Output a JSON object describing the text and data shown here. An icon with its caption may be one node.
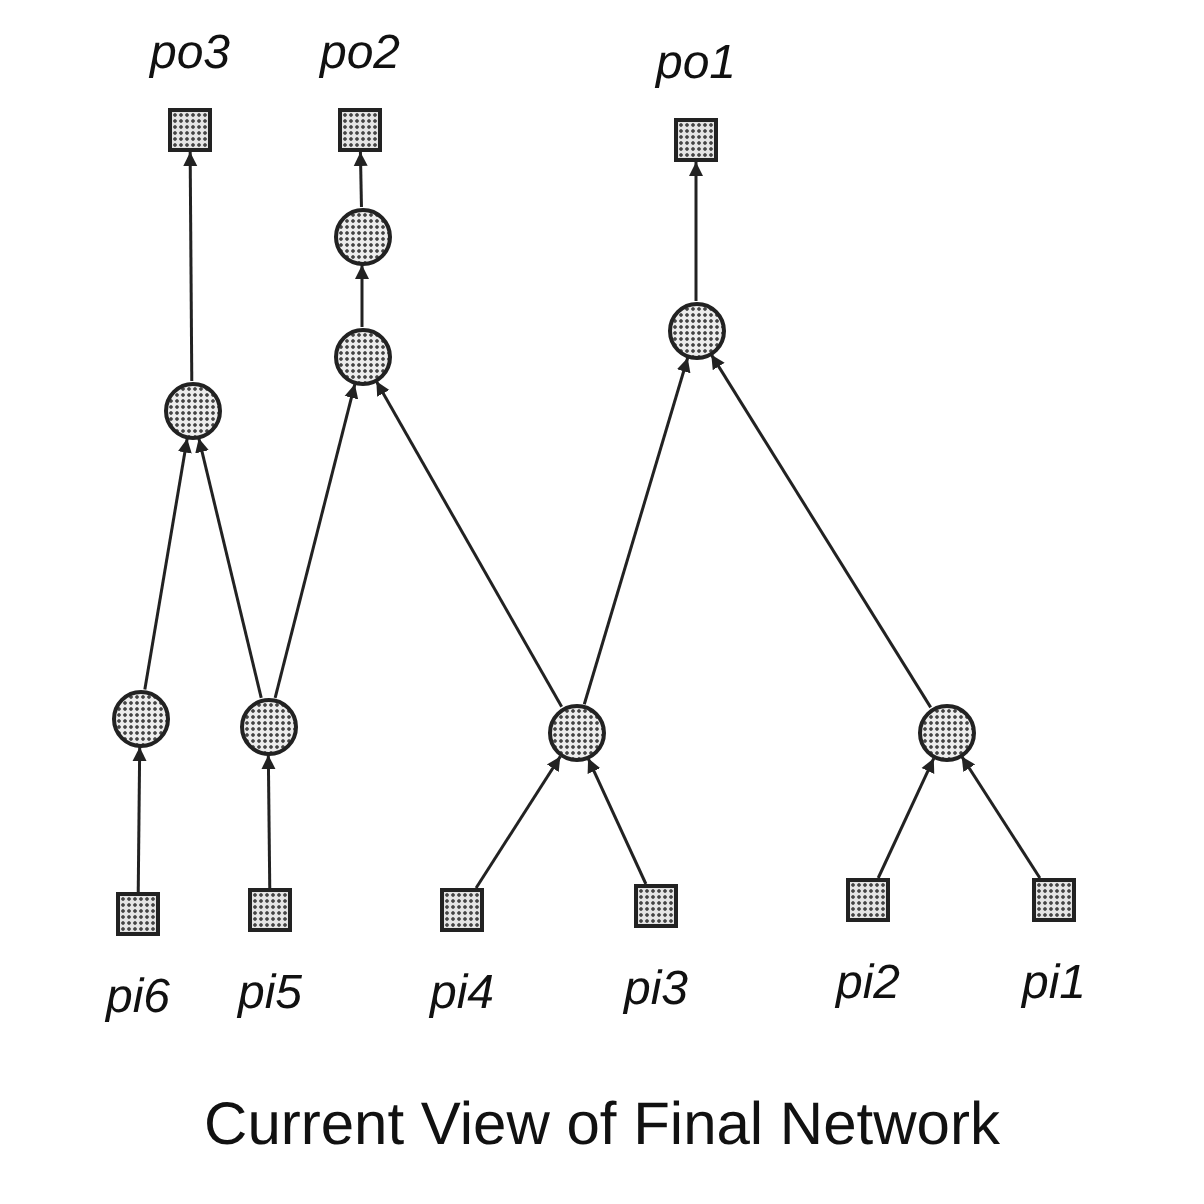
{
  "diagram": {
    "caption": "Current View of Final Network",
    "nodes": [
      {
        "text": [],
        "shape": "box",
        "beside": [
          "po3"
        ]
      },
      {
        "text": [],
        "shape": "box",
        "beside": [
          "po2"
        ]
      },
      {
        "text": [],
        "shape": "box",
        "beside": [
          "po1"
        ]
      },
      {
        "text": [],
        "shape": "circle"
      },
      {
        "text": [],
        "shape": "circle"
      },
      {
        "text": [],
        "shape": "circle"
      },
      {
        "text": [],
        "shape": "circle"
      },
      {
        "text": [],
        "shape": "circle"
      },
      {
        "text": [],
        "shape": "circle"
      },
      {
        "text": [],
        "shape": "circle"
      },
      {
        "text": [],
        "shape": "circle"
      },
      {
        "text": [],
        "shape": "box",
        "beside": [
          "pi6"
        ]
      },
      {
        "text": [],
        "shape": "box",
        "beside": [
          "pi5"
        ]
      },
      {
        "text": [],
        "shape": "box",
        "beside": [
          "pi4"
        ]
      },
      {
        "text": [],
        "shape": "box",
        "beside": [
          "pi3"
        ]
      },
      {
        "text": [],
        "shape": "box",
        "beside": [
          "pi2"
        ]
      },
      {
        "text": [],
        "shape": "box",
        "beside": [
          "pi1"
        ]
      }
    ],
    "edges": [
      {
        "from": 11,
        "to": 7,
        "arrow": "to"
      },
      {
        "from": 7,
        "to": 5,
        "arrow": "to"
      },
      {
        "from": 5,
        "to": 0,
        "arrow": "to"
      },
      {
        "from": 12,
        "to": 8,
        "arrow": "to"
      },
      {
        "from": 8,
        "to": 5,
        "arrow": "to"
      },
      {
        "from": 8,
        "to": 4,
        "arrow": "to"
      },
      {
        "from": 4,
        "to": 3,
        "arrow": "to"
      },
      {
        "from": 3,
        "to": 1,
        "arrow": "to"
      },
      {
        "from": 13,
        "to": 9,
        "arrow": "to"
      },
      {
        "from": 14,
        "to": 9,
        "arrow": "to"
      },
      {
        "from": 9,
        "to": 4,
        "arrow": "to"
      },
      {
        "from": 9,
        "to": 6,
        "arrow": "to"
      },
      {
        "from": 6,
        "to": 2,
        "arrow": "to"
      },
      {
        "from": 15,
        "to": 10,
        "arrow": "to"
      },
      {
        "from": 16,
        "to": 10,
        "arrow": "to"
      },
      {
        "from": 10,
        "to": 6,
        "arrow": "to"
      }
    ]
  }
}
